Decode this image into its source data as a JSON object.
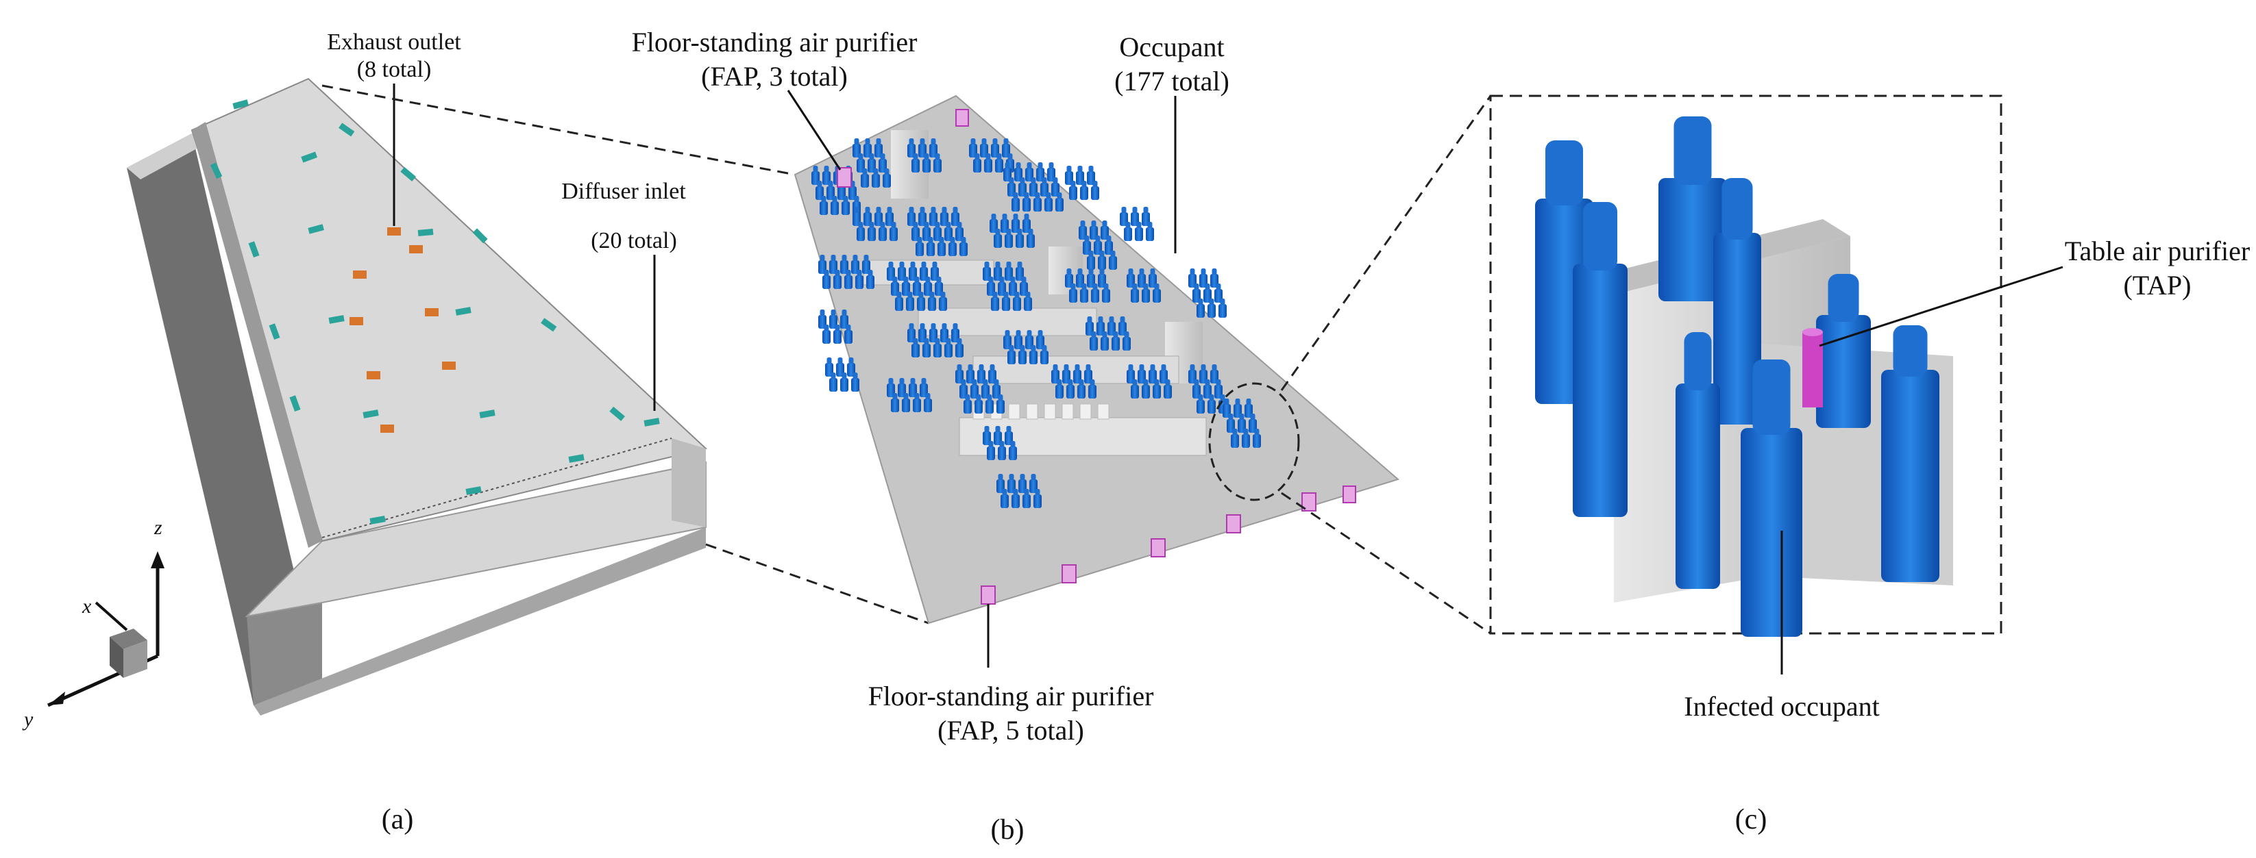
{
  "panel_a": {
    "caption": "(a)",
    "exhaust_label_line1": "Exhaust outlet",
    "exhaust_label_line2": "(8 total)",
    "diffuser_label_line1": "Diffuser inlet",
    "diffuser_label_line2": "(20 total)",
    "axis_x": "x",
    "axis_y": "y",
    "axis_z": "z"
  },
  "panel_b": {
    "caption": "(b)",
    "fap_top_line1": "Floor-standing air purifier",
    "fap_top_line2": "(FAP, 3 total)",
    "occupant_line1": "Occupant",
    "occupant_line2": "(177 total)",
    "fap_bottom_line1": "Floor-standing air purifier",
    "fap_bottom_line2": "(FAP, 5 total)"
  },
  "panel_c": {
    "caption": "(c)",
    "tap_line1": "Table air purifier",
    "tap_line2": "(TAP)",
    "infected_label": "Infected occupant"
  },
  "colors": {
    "occupant_blue": "#1f6fd1",
    "purifier_magenta": "#cc44c4",
    "diffuser_teal": "#2aa39a",
    "exhaust_orange": "#d9752a",
    "room_gray": "#c9c9c9"
  }
}
